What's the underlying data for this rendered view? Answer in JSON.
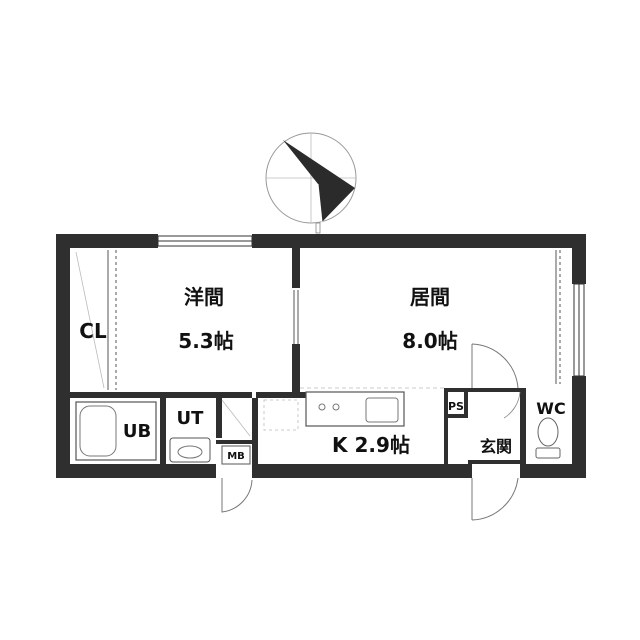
{
  "rooms": {
    "western_room": {
      "name": "洋間",
      "size": "5.3帖"
    },
    "living_room": {
      "name": "居間",
      "size": "8.0帖"
    },
    "closet": {
      "label": "CL"
    },
    "bath": {
      "label": "UB"
    },
    "utility": {
      "label": "UT"
    },
    "kitchen": {
      "label": "K 2.9帖"
    },
    "pipe_space": {
      "label": "PS"
    },
    "toilet": {
      "label": "WC"
    },
    "entrance": {
      "label": "玄関"
    },
    "meter_box": {
      "label": "MB"
    }
  },
  "colors": {
    "wall": "#2f2f2f",
    "line": "#333333",
    "fixture": "#555555"
  },
  "icons": {
    "compass": "north-arrow-icon"
  }
}
